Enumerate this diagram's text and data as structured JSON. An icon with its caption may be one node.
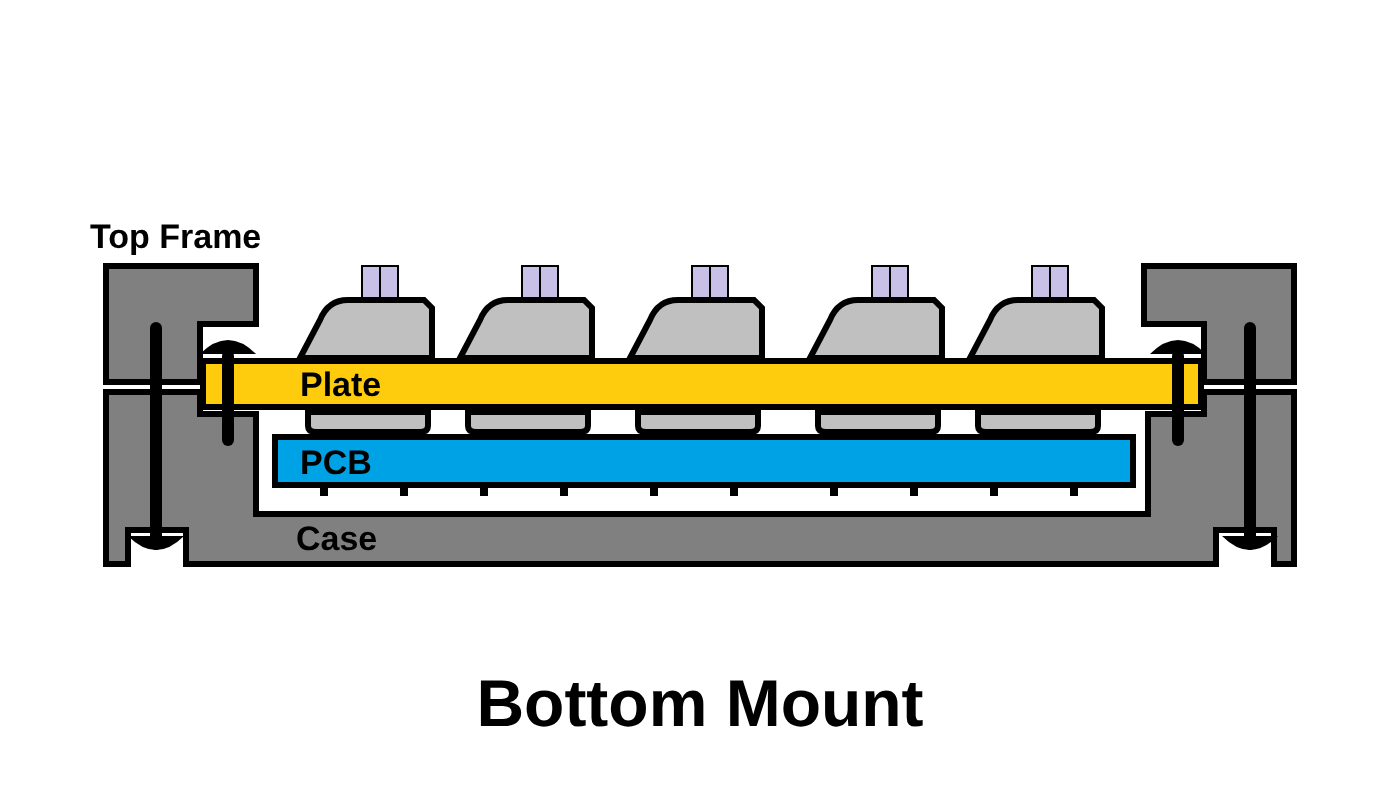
{
  "diagram": {
    "title": "Bottom Mount",
    "nodes": [
      {
        "text": [
          "Top Frame"
        ]
      },
      {
        "text": [],
        "shape": "box"
      },
      {
        "text": [
          "Plate"
        ]
      },
      {
        "text": [
          "PCB"
        ]
      },
      {
        "text": [
          "Case"
        ]
      }
    ],
    "edges": []
  }
}
